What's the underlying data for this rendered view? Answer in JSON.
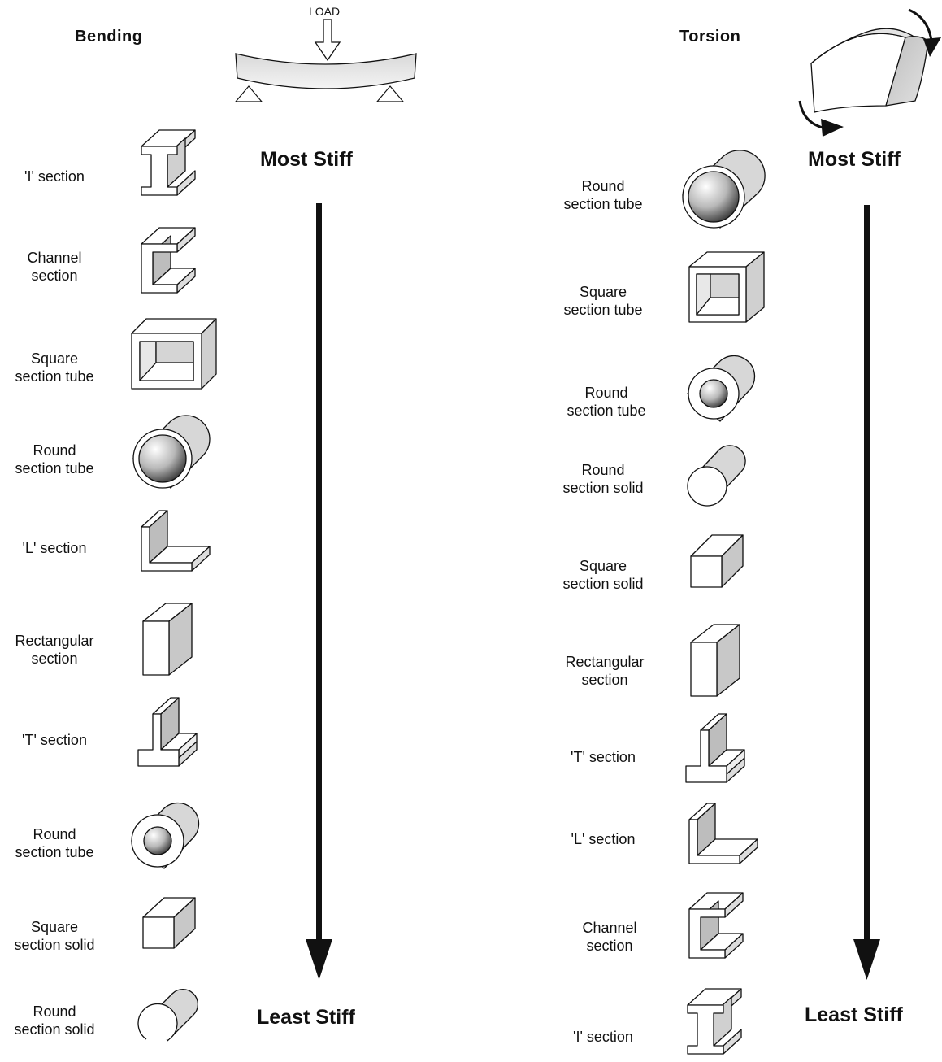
{
  "bending": {
    "heading": "Bending",
    "load_label": "LOAD",
    "most": "Most Stiff",
    "least": "Least Stiff",
    "sections": [
      {
        "label": "'I' section",
        "shape": "i-beam-icon"
      },
      {
        "label": "Channel\nsection",
        "shape": "channel-icon"
      },
      {
        "label": "Square\nsection tube",
        "shape": "square-tube-icon"
      },
      {
        "label": "Round\nsection tube",
        "shape": "round-tube-thin-icon"
      },
      {
        "label": "'L' section",
        "shape": "l-section-icon"
      },
      {
        "label": "Rectangular\nsection",
        "shape": "rectangular-solid-icon"
      },
      {
        "label": "'T' section",
        "shape": "t-section-icon"
      },
      {
        "label": "Round\nsection tube",
        "shape": "round-tube-thick-icon"
      },
      {
        "label": "Square\nsection solid",
        "shape": "square-solid-icon"
      },
      {
        "label": "Round\nsection solid",
        "shape": "round-solid-icon"
      }
    ]
  },
  "torsion": {
    "heading": "Torsion",
    "most": "Most Stiff",
    "least": "Least Stiff",
    "sections": [
      {
        "label": "Round\nsection tube",
        "shape": "round-tube-thin-icon"
      },
      {
        "label": "Square\nsection tube",
        "shape": "square-tube-icon"
      },
      {
        "label": "Round\nsection tube",
        "shape": "round-tube-thick-icon"
      },
      {
        "label": "Round\nsection solid",
        "shape": "round-solid-icon"
      },
      {
        "label": "Square\nsection solid",
        "shape": "square-solid-icon"
      },
      {
        "label": "Rectangular\nsection",
        "shape": "rectangular-solid-icon"
      },
      {
        "label": "'T' section",
        "shape": "t-section-icon"
      },
      {
        "label": "'L' section",
        "shape": "l-section-icon"
      },
      {
        "label": "Channel\nsection",
        "shape": "channel-icon"
      },
      {
        "label": "'I' section",
        "shape": "i-beam-icon"
      }
    ]
  }
}
